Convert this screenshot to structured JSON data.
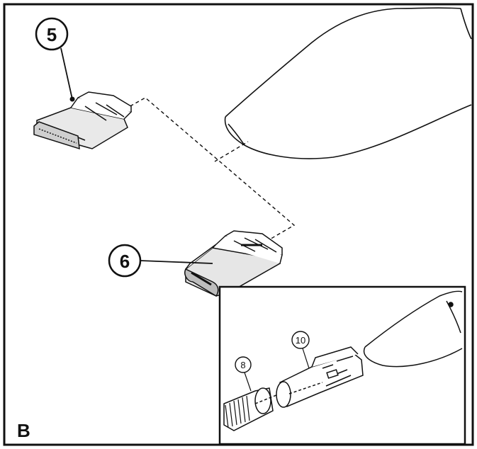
{
  "figure": {
    "panel_letter": "B",
    "callouts": [
      "5",
      "6"
    ],
    "inset_callouts": [
      "8",
      "10"
    ],
    "line_color": "#111111",
    "background": "#ffffff"
  }
}
